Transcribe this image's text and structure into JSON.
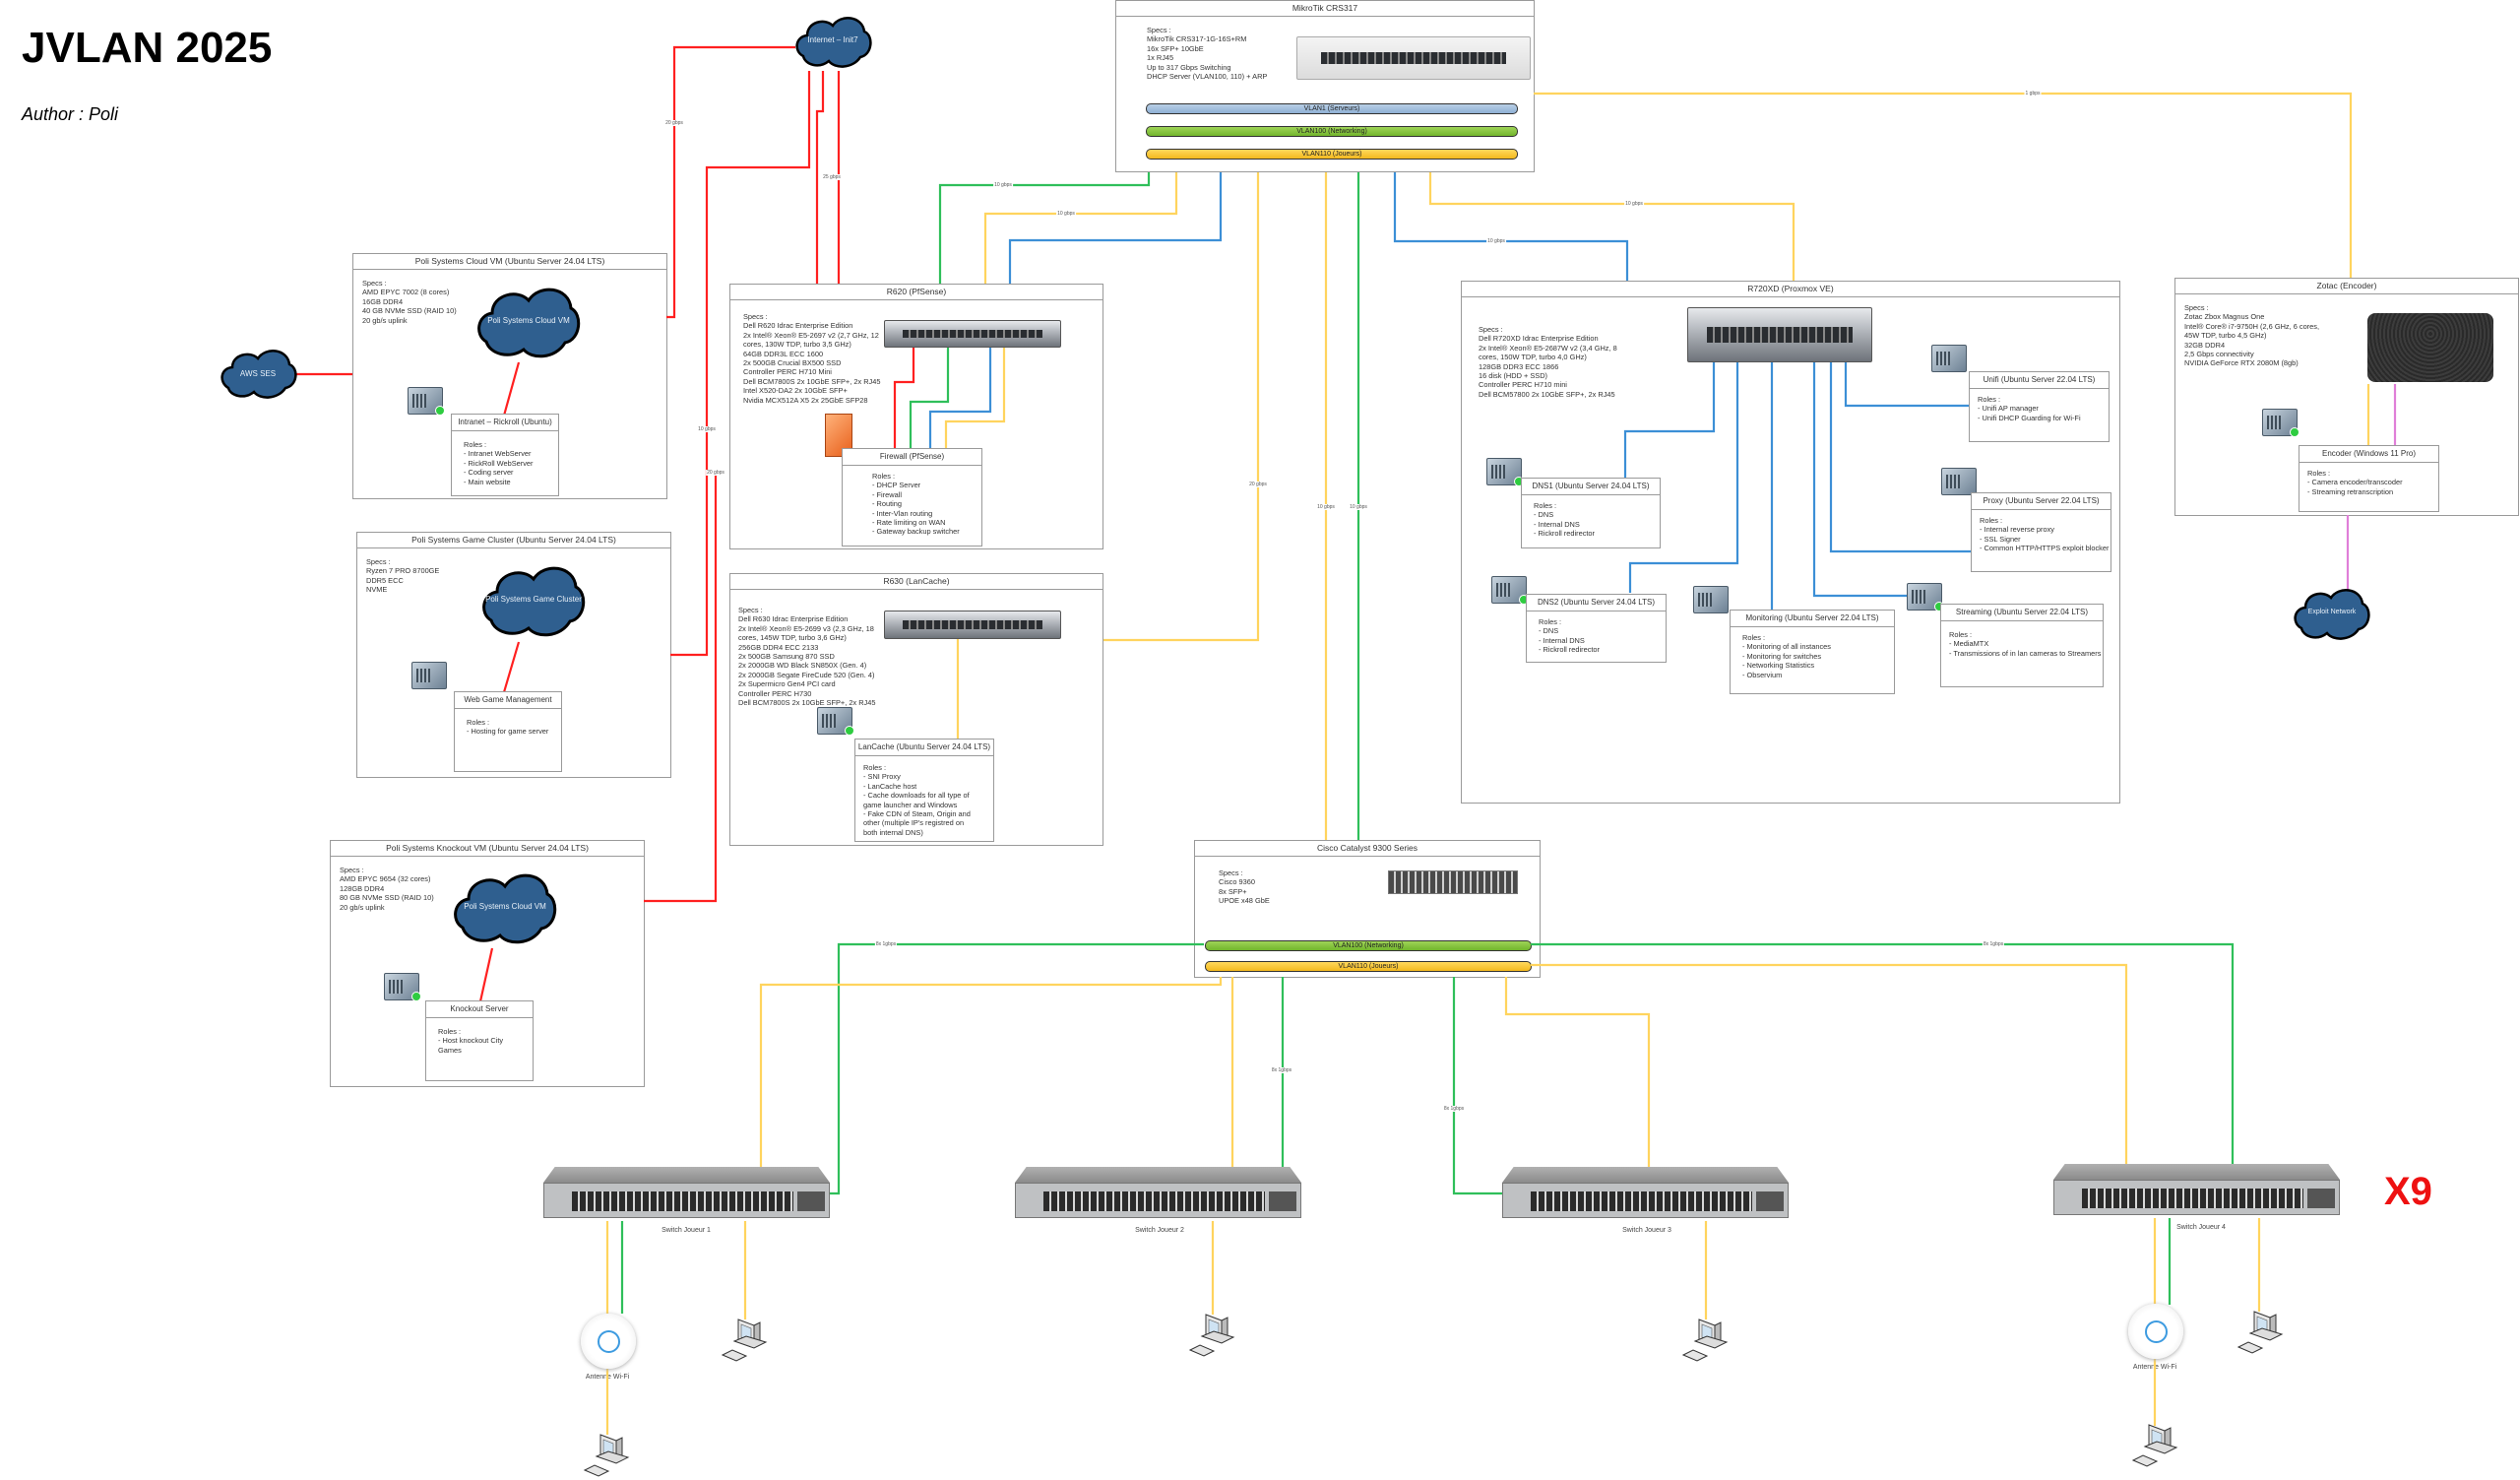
{
  "title": "JVLAN 2025",
  "author": "Author : Poli",
  "colors": {
    "wan": "#ff0000",
    "servers_vlan": "#3c8fd6",
    "networking_vlan": "#2fbf5a",
    "players_vlan": "#ffd45e",
    "stream": "#e07fd8",
    "x9": "#ee1111"
  },
  "clouds": {
    "internet": "Internet – Init7",
    "aws": "AWS SES",
    "cloud_vm": "Poli Systems Cloud VM",
    "game_cluster": "Poli Systems Game Cluster",
    "knockout_cloud": "Poli Systems Cloud VM",
    "exploit": "Exploit Network"
  },
  "mikrotik": {
    "title": "MikroTik CRS317",
    "specs": [
      "Specs :",
      "MikroTik CRS317-1G-16S+RM",
      "16x SFP+ 10GbE",
      "1x RJ45",
      "Up to 317 Gbps Switching",
      "DHCP Server (VLAN100, 110) + ARP"
    ],
    "vlans": [
      "VLAN1 (Serveurs)",
      "VLAN100 (Networking)",
      "VLAN110 (Joueurs)"
    ]
  },
  "cloud_vm": {
    "title": "Poli Systems Cloud VM (Ubuntu Server 24.04 LTS)",
    "specs": [
      "Specs :",
      "AMD EPYC 7002 (8 cores)",
      "16GB DDR4",
      "40 GB NVMe SSD (RAID 10)",
      "20 gb/s uplink"
    ],
    "vm": {
      "title": "Intranet – Rickroll (Ubuntu)",
      "roles": [
        "Roles :",
        "- Intranet WebServer",
        "- RickRoll WebServer",
        "- Coding server",
        "- Main website"
      ]
    }
  },
  "game_cluster": {
    "title": "Poli Systems Game Cluster (Ubuntu Server 24.04 LTS)",
    "specs": [
      "Specs :",
      "Ryzen 7 PRO 8700GE",
      "DDR5 ECC",
      "NVME"
    ],
    "vm": {
      "title": "Web Game Management",
      "roles": [
        "Roles :",
        "- Hosting for game server"
      ]
    }
  },
  "knockout": {
    "title": "Poli Systems Knockout VM (Ubuntu Server 24.04 LTS)",
    "specs": [
      "Specs :",
      "AMD EPYC 9654 (32 cores)",
      "128GB DDR4",
      "80 GB NVMe SSD (RAID 10)",
      "20 gb/s uplink"
    ],
    "vm": {
      "title": "Knockout Server",
      "roles": [
        "Roles :",
        "- Host knockout City",
        "Games"
      ]
    }
  },
  "r620": {
    "title": "R620 (PfSense)",
    "specs": [
      "Specs :",
      "Dell R620 Idrac Enterprise Edition",
      "2x Intel® Xeon® E5-2697 v2 (2,7 GHz, 12",
      "cores, 130W TDP, turbo 3,5 GHz)",
      "64GB DDR3L ECC 1600",
      "2x 500GB Crucial BX500 SSD",
      "Controller PERC H710 Mini",
      "Dell BCM7800S 2x 10GbE SFP+, 2x RJ45",
      "Intel X520-DA2 2x 10GbE SFP+",
      "Nvidia MCX512A X5 2x 25GbE SFP28"
    ],
    "vm": {
      "title": "Firewall (PfSense)",
      "roles": [
        "Roles :",
        "- DHCP Server",
        "- Firewall",
        "- Routing",
        "- Inter-Vlan routing",
        "- Rate limiting on WAN",
        "- Gateway backup switcher"
      ]
    }
  },
  "r630": {
    "title": "R630 (LanCache)",
    "specs": [
      "Specs :",
      "Dell R630 Idrac Enterprise Edition",
      "2x Intel® Xeon® E5-2699 v3 (2,3 GHz, 18",
      "cores, 145W TDP, turbo 3,6 GHz)",
      "256GB DDR4 ECC 2133",
      "2x 500GB Samsung 870 SSD",
      "2x 2000GB WD Black SN850X (Gen. 4)",
      "2x 2000GB Segate FireCude 520 (Gen. 4)",
      "2x Supermicro Gen4 PCI card",
      "Controller PERC H730",
      "Dell BCM7800S 2x 10GbE SFP+, 2x RJ45"
    ],
    "vm": {
      "title": "LanCache (Ubuntu Server 24.04 LTS)",
      "roles": [
        "Roles :",
        "- SNI Proxy",
        "- LanCache host",
        "- Cache downloads for all type of",
        "game launcher and Windows",
        "- Fake CDN of Steam, Origin and",
        "other (multiple IP's registred on",
        "both internal DNS)"
      ]
    }
  },
  "r720": {
    "title": "R720XD (Proxmox VE)",
    "specs": [
      "Specs :",
      "Dell R720XD Idrac Enterprise Edition",
      "2x Intel® Xeon® E5-2687W v2 (3,4 GHz, 8",
      "cores, 150W TDP, turbo 4,0 GHz)",
      "128GB DDR3 ECC 1866",
      "16 disk (HDD + SSD)",
      "Controller PERC H710 mini",
      "Dell BCM57800 2x 10GbE SFP+, 2x RJ45"
    ],
    "vms": {
      "dns1": {
        "title": "DNS1 (Ubuntu Server 24.04 LTS)",
        "roles": [
          "Roles :",
          "- DNS",
          "- Internal DNS",
          "- Rickroll redirector"
        ]
      },
      "dns2": {
        "title": "DNS2 (Ubuntu Server 24.04 LTS)",
        "roles": [
          "Roles :",
          "- DNS",
          "- Internal DNS",
          "- Rickroll redirector"
        ]
      },
      "monitoring": {
        "title": "Monitoring (Ubuntu Server 22.04 LTS)",
        "roles": [
          "Roles :",
          "- Monitoring of all instances",
          "- Monitoring for switches",
          "- Networking Statistics",
          "- Observium"
        ]
      },
      "streaming": {
        "title": "Streaming (Ubuntu Server 22.04 LTS)",
        "roles": [
          "Roles :",
          "- MediaMTX",
          "- Transmissions of in lan cameras to Streamers"
        ]
      },
      "unifi": {
        "title": "Unifi (Ubuntu Server 22.04 LTS)",
        "roles": [
          "Roles :",
          "- Unifi AP manager",
          "- Unifi DHCP Guarding for Wi-Fi"
        ]
      },
      "proxy": {
        "title": "Proxy (Ubuntu Server 22.04 LTS)",
        "roles": [
          "Roles :",
          "- Internal reverse proxy",
          "- SSL Signer",
          "- Common HTTP/HTTPS exploit blocker"
        ]
      }
    }
  },
  "zotac": {
    "title": "Zotac (Encoder)",
    "specs": [
      "Specs :",
      "Zotac Zbox Magnus One",
      "Intel® Core® i7-9750H (2,6 GHz, 6 cores,",
      "45W TDP, turbo 4,5 GHz)",
      "32GB DDR4",
      "2,5 Gbps connectivity",
      "NVIDIA GeForce RTX 2080M (8gb)"
    ],
    "vm": {
      "title": "Encoder (Windows 11 Pro)",
      "roles": [
        "Roles :",
        "- Camera encoder/transcoder",
        "- Streaming retranscription"
      ]
    }
  },
  "cisco": {
    "title": "Cisco Catalyst 9300 Series",
    "specs": [
      "Specs :",
      "Cisco 9360",
      "8x SFP+",
      "UPOE x48 GbE"
    ],
    "vlans": [
      "VLAN100 (Networking)",
      "VLAN110 (Joueurs)"
    ]
  },
  "link_labels": {
    "wan_cloudvm": "20 gbps",
    "wan_r620": "25 gbps",
    "wan_game": "10 gbps",
    "wan_knockout": "20 gbps",
    "r620_green": "10 gbps",
    "r620_yellow": "10 gbps",
    "r630_yellow": "20 gbps",
    "cisco_yellow": "10 gbps",
    "cisco_green": "10 gbps",
    "r720_yellow": "10 gbps",
    "r720_blue": "10 gbps",
    "zotac_yellow": "1 gbps",
    "sw1_green": "8x 1gbps",
    "sw2_green": "8x 1gbps",
    "sw3_green": "8x 1gbps",
    "sw4_green": "8x 1gbps"
  },
  "switches": [
    "Switch Joueur 1",
    "Switch Joueur 2",
    "Switch Joueur 3",
    "Switch Joueur 4"
  ],
  "access_point_label": "Antenne Wi-Fi",
  "multiplier": "X9"
}
